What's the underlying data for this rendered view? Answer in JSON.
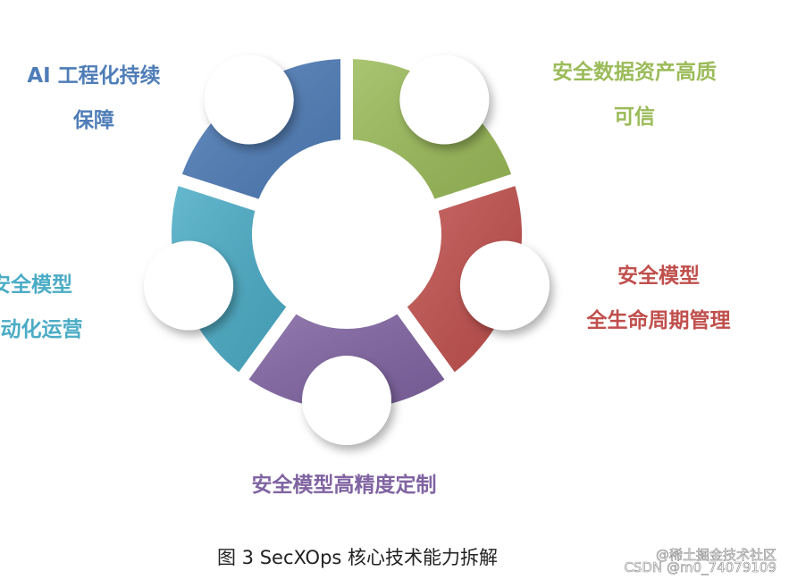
{
  "diagram": {
    "segments": [
      {
        "id": "ai-engineering",
        "color": "#4f7db8",
        "lines": [
          "AI 工程化持续",
          "保障"
        ]
      },
      {
        "id": "data-asset",
        "color": "#9bbb59",
        "lines": [
          "安全数据资产高质",
          "可信"
        ]
      },
      {
        "id": "model-lifecycle",
        "color": "#c0504d",
        "lines": [
          "安全模型",
          "全生命周期管理"
        ]
      },
      {
        "id": "model-precision",
        "color": "#8064a2",
        "lines": [
          "安全模型高精度定制"
        ]
      },
      {
        "id": "model-ops",
        "color": "#4bacc6",
        "lines": [
          "安全模型",
          "自动化运营"
        ]
      }
    ]
  },
  "caption": "图 3   SecXOps 核心技术能力拆解",
  "watermark": {
    "line1": "@稀土掘金技术社区",
    "line2": "CSDN @m0_74079109"
  }
}
